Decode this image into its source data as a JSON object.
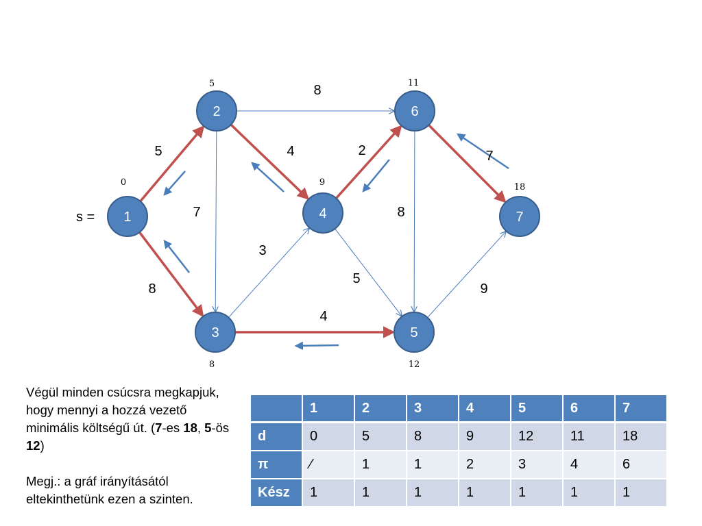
{
  "graph": {
    "source_label": "s =",
    "nodes": [
      {
        "id": "1",
        "dist": "0"
      },
      {
        "id": "2",
        "dist": "5"
      },
      {
        "id": "3",
        "dist": "8"
      },
      {
        "id": "4",
        "dist": "9"
      },
      {
        "id": "5",
        "dist": "12"
      },
      {
        "id": "6",
        "dist": "11"
      },
      {
        "id": "7",
        "dist": "18"
      }
    ],
    "edges": [
      {
        "from": "1",
        "to": "2",
        "weight": "5",
        "in_tree": true
      },
      {
        "from": "1",
        "to": "3",
        "weight": "8",
        "in_tree": true
      },
      {
        "from": "2",
        "to": "6",
        "weight": "8",
        "in_tree": false
      },
      {
        "from": "2",
        "to": "4",
        "weight": "4",
        "in_tree": true
      },
      {
        "from": "2",
        "to": "3",
        "weight": "7",
        "in_tree": false
      },
      {
        "from": "3",
        "to": "4",
        "weight": "3",
        "in_tree": false
      },
      {
        "from": "3",
        "to": "5",
        "weight": "4",
        "in_tree": true
      },
      {
        "from": "4",
        "to": "6",
        "weight": "2",
        "in_tree": true
      },
      {
        "from": "4",
        "to": "5",
        "weight": "5",
        "in_tree": false
      },
      {
        "from": "6",
        "to": "5",
        "weight": "8",
        "in_tree": false
      },
      {
        "from": "6",
        "to": "7",
        "weight": "7",
        "in_tree": true
      },
      {
        "from": "5",
        "to": "7",
        "weight": "9",
        "in_tree": false
      }
    ],
    "colors": {
      "node_fill": "#4f81bd",
      "node_stroke": "#385d8a",
      "tree_edge": "#c0504d",
      "other_edge": "#4a7ebb",
      "backtrack_arrow": "#4a7ebb"
    }
  },
  "explanation": {
    "p1_a": "Végül minden csúcsra megkapjuk, hogy mennyi a hozzá vezető minimális költségű út. (",
    "p1_b1": "7",
    "p1_c": "-es ",
    "p1_b2": "18",
    "p1_d": ", ",
    "p1_b3": "5",
    "p1_e": "-ös ",
    "p1_b4": "12",
    "p1_f": ")",
    "p2": "Megj.: a gráf irányításától eltekinthetünk ezen a szinten."
  },
  "table": {
    "header": [
      "",
      "1",
      "2",
      "3",
      "4",
      "5",
      "6",
      "7"
    ],
    "rows": [
      {
        "label": "d",
        "cells": [
          "0",
          "5",
          "8",
          "9",
          "12",
          "11",
          "18"
        ]
      },
      {
        "label": "π",
        "cells": [
          "⁄",
          "1",
          "1",
          "2",
          "3",
          "4",
          "6"
        ]
      },
      {
        "label": "Kész",
        "cells": [
          "1",
          "1",
          "1",
          "1",
          "1",
          "1",
          "1"
        ]
      }
    ]
  }
}
